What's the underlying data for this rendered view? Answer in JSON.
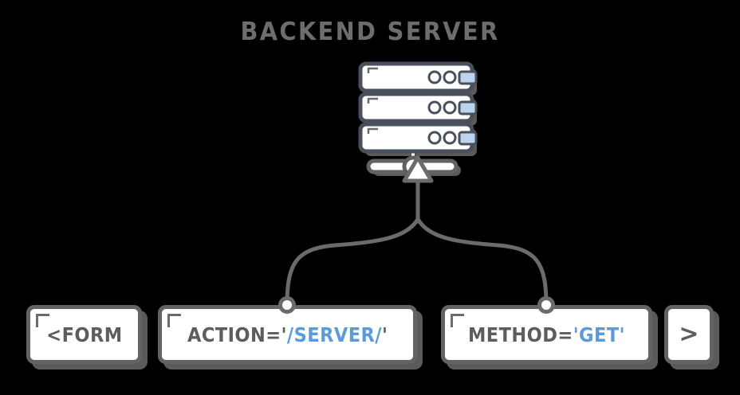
{
  "diagram": {
    "title": "BACKEND SERVER",
    "background_color": "#000000",
    "accent_gray": "#5d5d5d",
    "accent_blue": "#5b9bd8",
    "server": {
      "icon_name": "server-rack-icon",
      "unit_count": 3,
      "leds_per_unit": 2,
      "display_panel_color": "#bdd4ee"
    },
    "arrow": {
      "icon_name": "arrow-up-triangle-icon",
      "direction": "up",
      "meaning": "request sent to backend server"
    },
    "cards": [
      {
        "id": "form",
        "name": "form-tag-card",
        "text": "<FORM",
        "has_connector": false,
        "parts": [
          {
            "text": "<FORM",
            "color": "gray"
          }
        ]
      },
      {
        "id": "action",
        "name": "action-attribute-card",
        "text": "ACTION='/SERVER/'",
        "has_connector": true,
        "parts": [
          {
            "text": "ACTION=",
            "color": "gray"
          },
          {
            "text": "'",
            "color": "gray"
          },
          {
            "text": "/SERVER/",
            "color": "blue"
          },
          {
            "text": "'",
            "color": "gray"
          }
        ]
      },
      {
        "id": "method",
        "name": "method-attribute-card",
        "text": "METHOD='GET'",
        "has_connector": true,
        "parts": [
          {
            "text": "METHOD=",
            "color": "gray"
          },
          {
            "text": "'",
            "color": "blue"
          },
          {
            "text": "GET",
            "color": "blue"
          },
          {
            "text": "'",
            "color": "blue"
          }
        ]
      },
      {
        "id": "next",
        "name": "close-tag-card",
        "text": ">",
        "has_connector": false,
        "parts": [
          {
            "text": ">",
            "color": "gray"
          }
        ]
      }
    ]
  }
}
